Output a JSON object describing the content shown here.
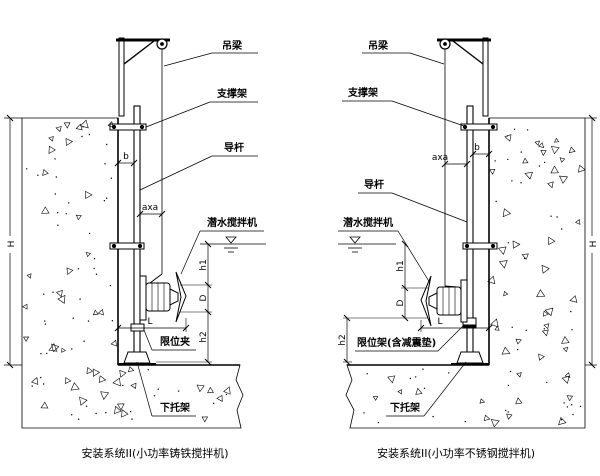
{
  "colors": {
    "ink": "#000000",
    "paper": "#ffffff"
  },
  "left": {
    "labels": {
      "hoist_beam": "吊梁",
      "support_frame": "支撑架",
      "guide_rod": "导杆",
      "mixer": "潜水搅拌机",
      "limit": "限位夹",
      "bottom_bracket": "下托架"
    },
    "dims": {
      "H": "H",
      "b": "b",
      "axa": "axa",
      "h1": "h1",
      "D": "D",
      "h2": "h2",
      "L": "L"
    },
    "caption": "安装系统II(小功率铸铁搅拌机)"
  },
  "right": {
    "labels": {
      "hoist_beam": "吊梁",
      "support_frame": "支撑架",
      "guide_rod": "导杆",
      "mixer": "潜水搅拌机",
      "limit": "限位架(含减震垫)",
      "bottom_bracket": "下托架"
    },
    "dims": {
      "H": "H",
      "b": "b",
      "axa": "axa",
      "h1": "h1",
      "D": "D",
      "h2": "h2",
      "L": "L"
    },
    "caption": "安装系统II(小功率不锈钢搅拌机)"
  }
}
